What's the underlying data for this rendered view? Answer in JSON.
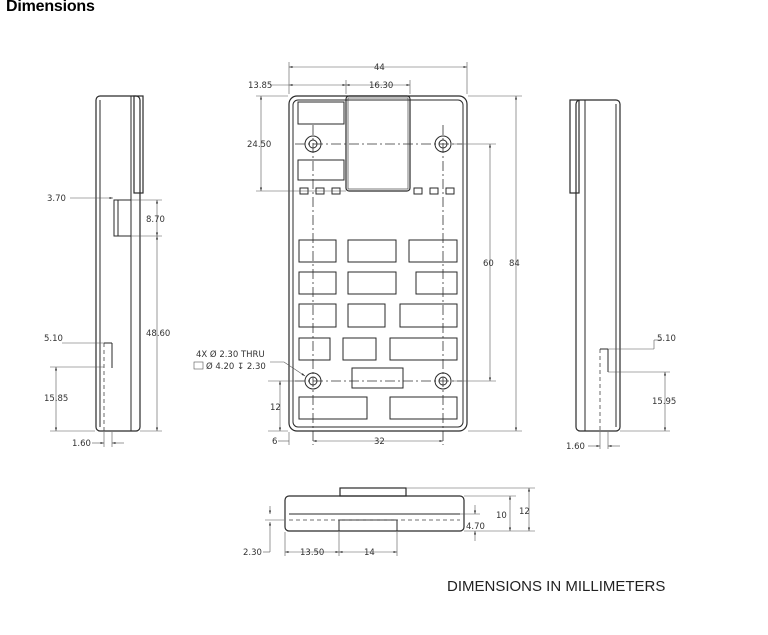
{
  "title": "Dimensions",
  "footer": "DIMENSIONS IN MILLIMETERS",
  "labels": {
    "top_width": "44",
    "top_offset": "13.85",
    "top_window": "16.30",
    "upper_height": "24.50",
    "hole_spacing_v": "60",
    "overall_height": "84",
    "hole_spacing_h": "32",
    "left_edge": "6",
    "bottom_hole": "12",
    "callout_line1": "4X  Ø 2.30 THRU",
    "callout_line2": "Ø 4.20 ↧ 2.30",
    "side_clip": "3.70",
    "side_clip_h": "8.70",
    "side_height": "48.60",
    "side_step": "5.10",
    "side_low": "15.85",
    "side_depth": "1.60",
    "right_step": "5.10",
    "right_low": "15.95",
    "right_depth": "1.60",
    "bottom_offset": "2.30",
    "bottom_a": "13.50",
    "bottom_b": "14",
    "bottom_h1": "4.70",
    "bottom_h2": "10",
    "bottom_h3": "12"
  }
}
